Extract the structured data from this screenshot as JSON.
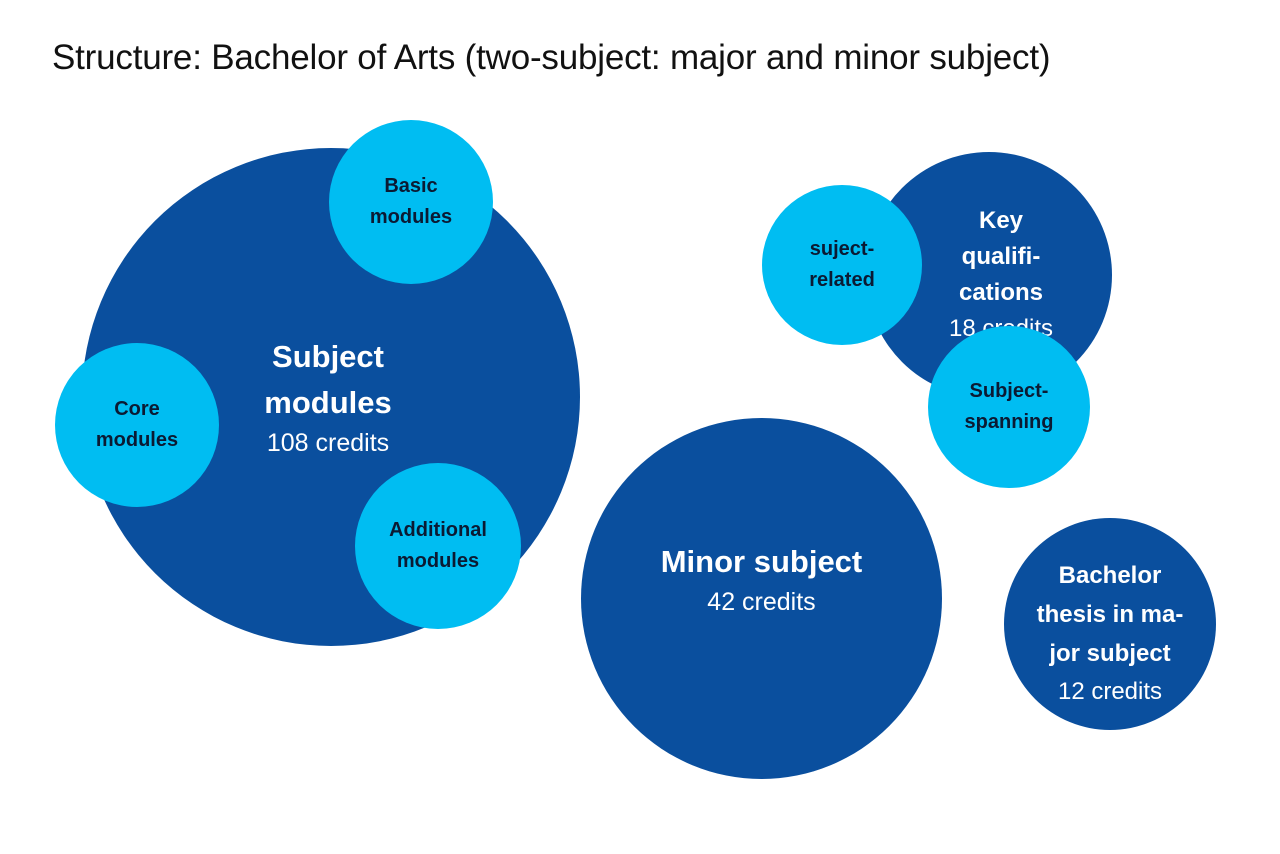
{
  "title": "Structure: Bachelor of Arts (two-subject: major and minor subject)",
  "colors": {
    "dark_blue": "#0a4f9e",
    "light_blue": "#00bdf2",
    "title_text": "#111111"
  },
  "subject_modules": {
    "label": "Subject\nmodules",
    "credits": "108 credits",
    "children": {
      "basic": "Basic\nmodules",
      "core": "Core\nmodules",
      "additional": "Additional\nmodules"
    }
  },
  "key_qualifications": {
    "label": "Key\nqualifi-\ncations",
    "credits": "18 credits",
    "children": {
      "subject_related": "suject-\nrelated",
      "subject_spanning": "Subject-\nspanning"
    }
  },
  "minor_subject": {
    "label": "Minor subject",
    "credits": "42 credits"
  },
  "bachelor_thesis": {
    "label": "Bachelor\nthesis in ma-\njor subject",
    "credits": "12 credits"
  }
}
